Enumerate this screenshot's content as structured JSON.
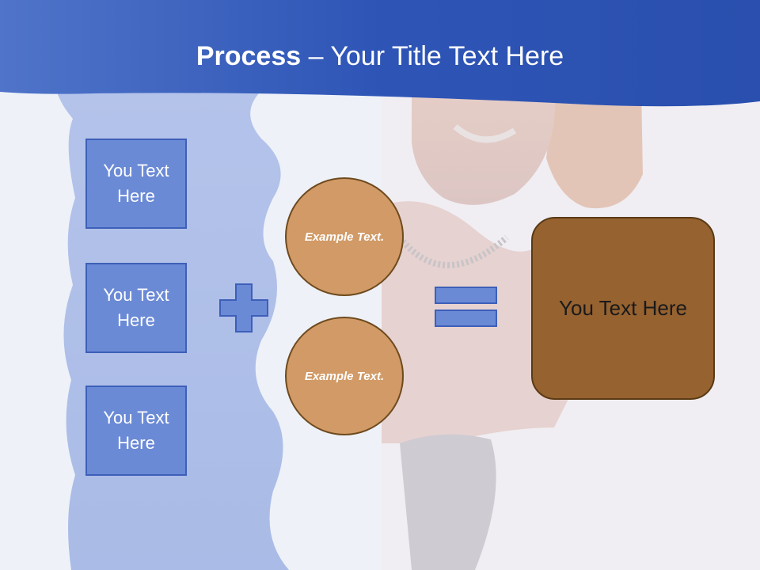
{
  "title": {
    "bold": "Process",
    "rest": " – Your Title Text Here"
  },
  "left_boxes": [
    {
      "label": "You Text Here"
    },
    {
      "label": "You Text Here"
    },
    {
      "label": "You Text Here"
    }
  ],
  "circles": [
    {
      "label": "Example Text."
    },
    {
      "label": "Example Text."
    }
  ],
  "result": {
    "label": "You Text Here"
  },
  "colors": {
    "header_blue": "#2f55b8",
    "box_fill": "#6b8ad6",
    "circle_fill": "#d19a66",
    "result_fill": "#966230"
  },
  "icons": {
    "operator_1": "plus-icon",
    "operator_2": "equals-icon"
  }
}
